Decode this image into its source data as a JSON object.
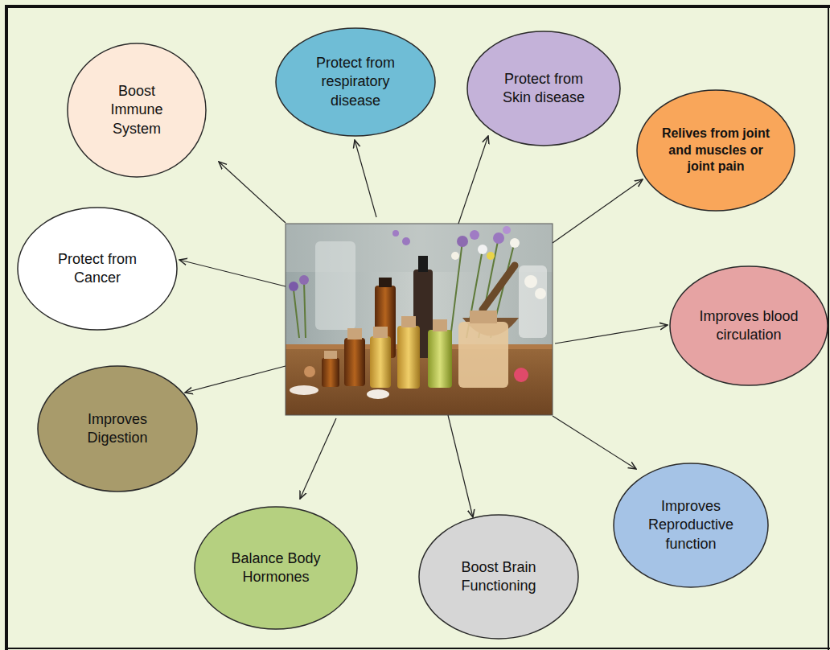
{
  "diagram": {
    "nodes": [
      {
        "text": [
          "Boost Immune System"
        ]
      },
      {
        "text": [
          "Protect from respiratory disease"
        ]
      },
      {
        "text": [
          "Protect from Skin disease"
        ]
      },
      {
        "text": [
          "Relives from joint and muscles or joint pain"
        ]
      },
      {
        "text": [
          "Protect from Cancer"
        ]
      },
      {
        "text": [
          "Improves blood circulation"
        ]
      },
      {
        "text": [
          "Improves Digestion"
        ]
      },
      {
        "text": [
          "Improves Reproductive function"
        ]
      },
      {
        "text": [
          "Balance Body Hormones"
        ]
      },
      {
        "text": [
          "Boost Brain Functioning"
        ]
      }
    ]
  }
}
